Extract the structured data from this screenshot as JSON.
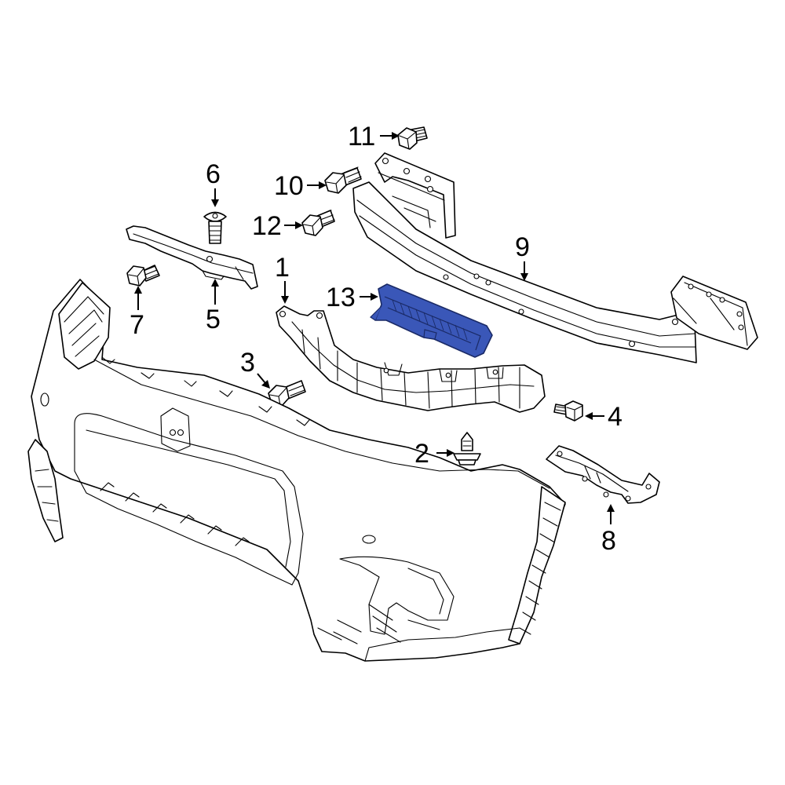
{
  "callouts": [
    {
      "id": "1",
      "text": "1"
    },
    {
      "id": "2",
      "text": "2"
    },
    {
      "id": "3",
      "text": "3"
    },
    {
      "id": "4",
      "text": "4"
    },
    {
      "id": "5",
      "text": "5"
    },
    {
      "id": "6",
      "text": "6"
    },
    {
      "id": "7",
      "text": "7"
    },
    {
      "id": "8",
      "text": "8"
    },
    {
      "id": "9",
      "text": "9"
    },
    {
      "id": "10",
      "text": "10"
    },
    {
      "id": "11",
      "text": "11"
    },
    {
      "id": "12",
      "text": "12"
    },
    {
      "id": "13",
      "text": "13"
    }
  ],
  "colors": {
    "line": "#000000",
    "background": "#ffffff",
    "highlight_fill": "#3a57b8",
    "highlight_stroke": "#1a2a66"
  },
  "highlighted_part": "13"
}
